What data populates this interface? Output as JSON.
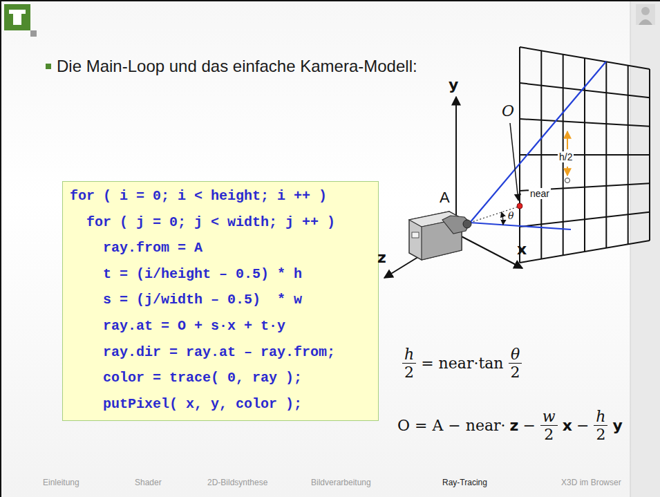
{
  "diagram": {
    "title": "Die Main-Loop und das einfache Kamera-Modell:",
    "nodes": [
      {
        "text": [
          "for ( i = 0; i < height; i ++ )",
          "for ( j = 0; j < width; j ++ )",
          "ray.from = A",
          "t = (i/height – 0.5) * h",
          "s = (j/width – 0.5)  * w",
          "ray.at = O + s·x + t·y",
          "ray.dir = ray.at – ray.from;",
          "color = trace( 0, ray );",
          "putPixel( x, y, color );"
        ]
      }
    ],
    "labels": [
      "y",
      "O",
      "h/2",
      "near",
      "A",
      "θ",
      "z",
      "x",
      "h",
      "2",
      "= near·tan",
      "θ",
      "2",
      "O = A − near·",
      "z",
      "−",
      "w",
      "2",
      "x",
      "−",
      "h",
      "2",
      "y",
      "Einleitung",
      "Shader",
      "2D-Bildsynthese",
      "Bildverarbeitung",
      "Ray-Tracing",
      "X3D im Browser"
    ]
  }
}
